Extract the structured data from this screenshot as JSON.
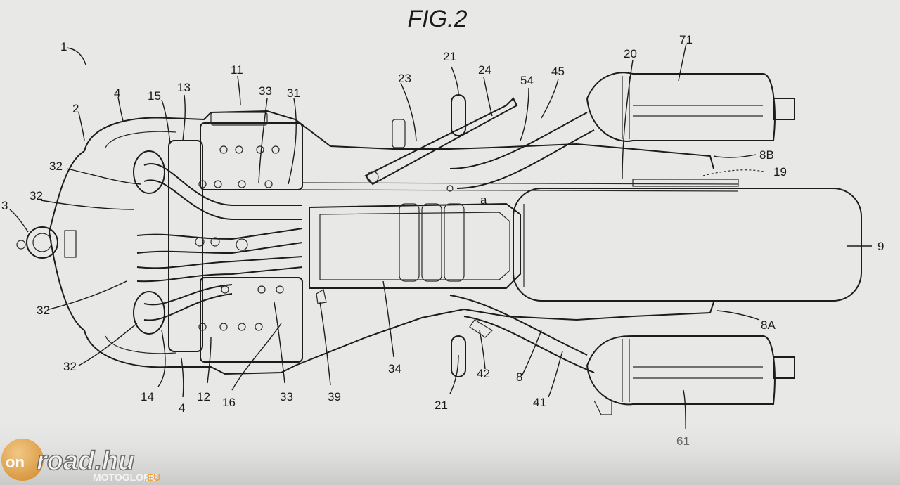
{
  "figure": {
    "title": "FIG.2",
    "labels": {
      "l1": "1",
      "l2": "2",
      "l3": "3",
      "l4a": "4",
      "l4b": "4",
      "l8": "8",
      "l8A": "8A",
      "l8B": "8B",
      "l9": "9",
      "l11": "11",
      "l12": "12",
      "l13": "13",
      "l14": "14",
      "l15": "15",
      "l16": "16",
      "l19": "19",
      "l20": "20",
      "l21a": "21",
      "l21b": "21",
      "l23": "23",
      "l24": "24",
      "l31": "31",
      "l32a": "32",
      "l32b": "32",
      "l32c": "32",
      "l32d": "32",
      "l33a": "33",
      "l33b": "33",
      "l34": "34",
      "l39": "39",
      "l41": "41",
      "l42": "42",
      "l45": "45",
      "l54": "54",
      "l61": "61",
      "l71": "71",
      "la": "a"
    }
  },
  "watermark": {
    "prefix": "on",
    "brand": "road.hu",
    "sub": "MOTOGLOBE",
    "sub_tld": ".EU"
  }
}
